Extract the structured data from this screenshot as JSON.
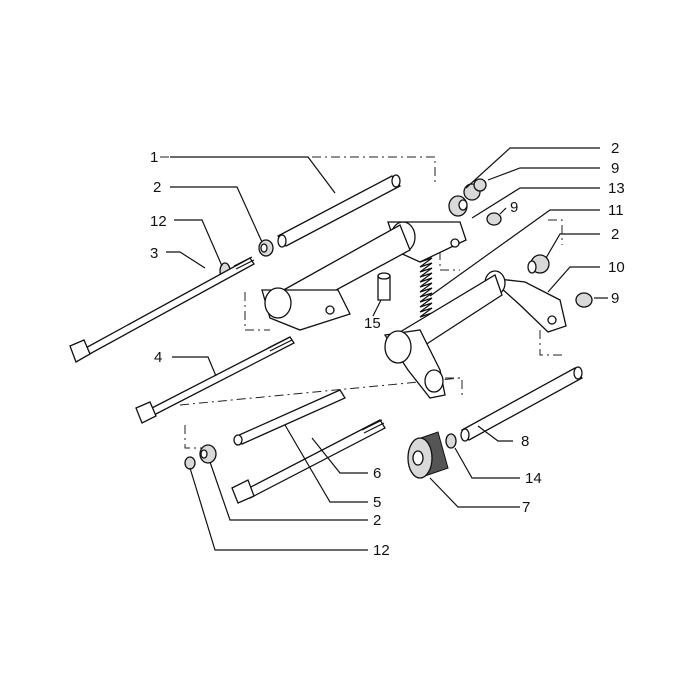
{
  "callouts": [
    {
      "id": "c1",
      "text": "1"
    },
    {
      "id": "c2a",
      "text": "2"
    },
    {
      "id": "c12a",
      "text": "12"
    },
    {
      "id": "c3",
      "text": "3"
    },
    {
      "id": "c4",
      "text": "4"
    },
    {
      "id": "c2b",
      "text": "2"
    },
    {
      "id": "c9a",
      "text": "9"
    },
    {
      "id": "c13",
      "text": "13"
    },
    {
      "id": "c9b",
      "text": "9"
    },
    {
      "id": "c11",
      "text": "11"
    },
    {
      "id": "c2c",
      "text": "2"
    },
    {
      "id": "c10",
      "text": "10"
    },
    {
      "id": "c9c",
      "text": "9"
    },
    {
      "id": "c15",
      "text": "15"
    },
    {
      "id": "c8",
      "text": "8"
    },
    {
      "id": "c14",
      "text": "14"
    },
    {
      "id": "c7",
      "text": "7"
    },
    {
      "id": "c6",
      "text": "6"
    },
    {
      "id": "c5",
      "text": "5"
    },
    {
      "id": "c2d",
      "text": "2"
    },
    {
      "id": "c12b",
      "text": "12"
    }
  ]
}
